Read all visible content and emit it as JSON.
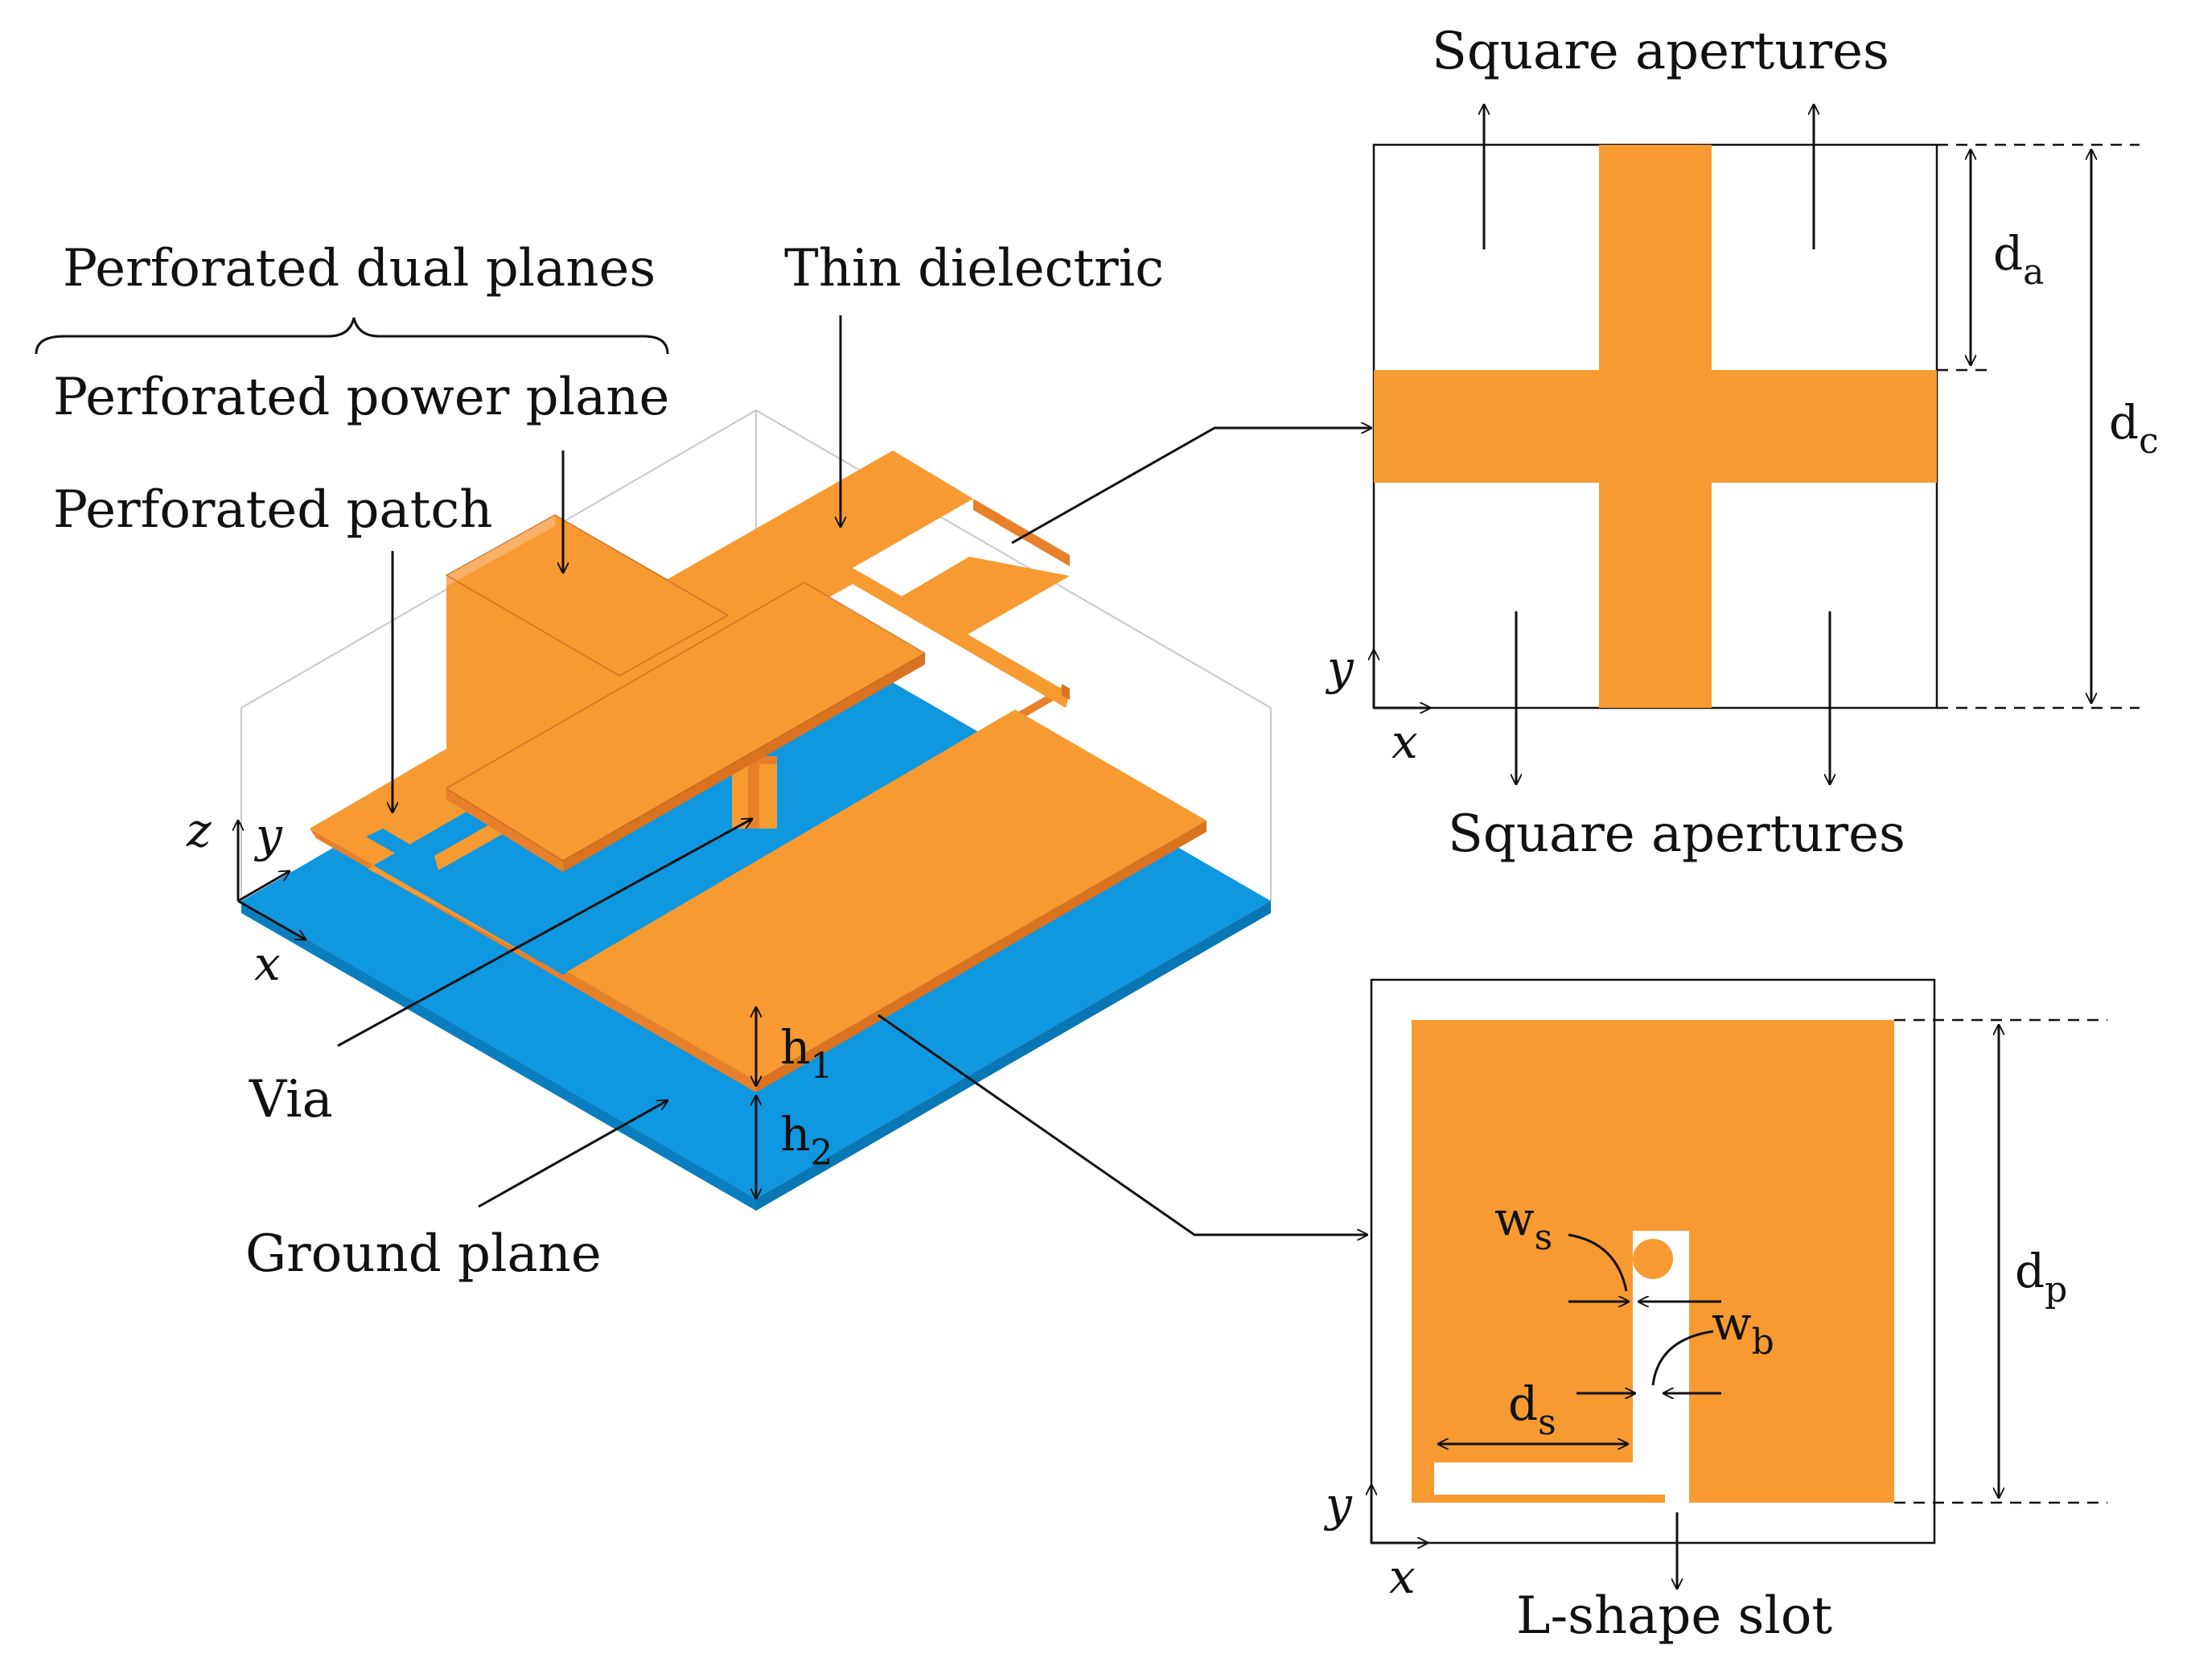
{
  "labels": {
    "perforated_dual_planes": "Perforated dual planes",
    "thin_dielectric": "Thin dielectric",
    "perforated_power_plane": "Perforated power plane",
    "perforated_patch": "Perforated patch",
    "via": "Via",
    "ground_plane": "Ground plane",
    "square_apertures_top": "Square apertures",
    "square_apertures_bottom": "Square apertures",
    "l_shape_slot": "L-shape slot"
  },
  "dims": {
    "h1": {
      "base": "h",
      "sub": "1"
    },
    "h2": {
      "base": "h",
      "sub": "2"
    },
    "da": {
      "base": "d",
      "sub": "a"
    },
    "dc": {
      "base": "d",
      "sub": "c"
    },
    "dp": {
      "base": "d",
      "sub": "p"
    },
    "ds": {
      "base": "d",
      "sub": "s"
    },
    "ws": {
      "base": "w",
      "sub": "s"
    },
    "wb": {
      "base": "w",
      "sub": "b"
    }
  },
  "axes": {
    "x": "x",
    "y": "y",
    "z": "z"
  },
  "colors": {
    "copper": "#F79A31",
    "copper_dark": "#E8802A",
    "ground": "#0F97DF",
    "ground_dark": "#0A7FC0",
    "line": "#111111"
  }
}
